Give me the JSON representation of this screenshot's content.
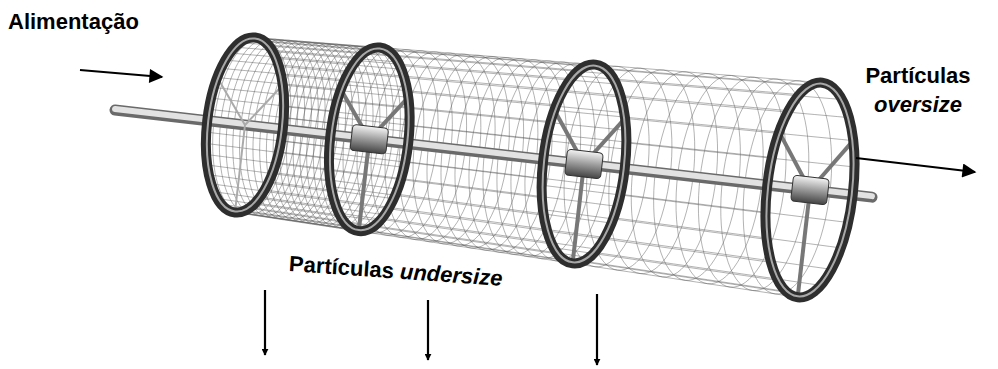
{
  "diagram": {
    "labels": [
      "Alimentação",
      "Partículas oversize",
      "Partículas undersize"
    ]
  }
}
